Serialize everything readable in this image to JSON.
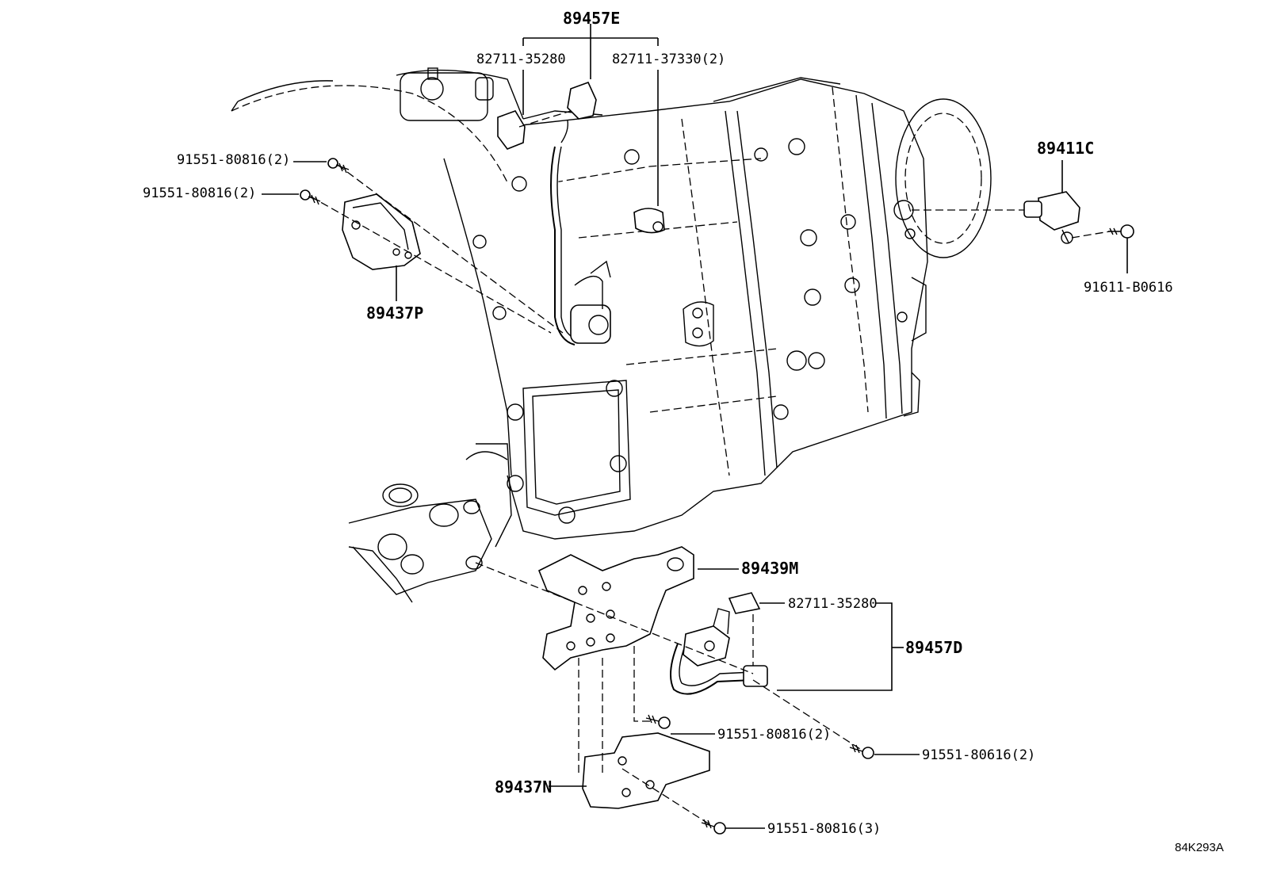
{
  "diagram": {
    "code": "84K293A",
    "callouts": {
      "harness_e": "89457E",
      "connector_top_a": "82711-35280",
      "clamp_top_b": "82711-37330(2)",
      "bolt_upper_1": "91551-80816(2)",
      "bolt_upper_2": "91551-80816(2)",
      "bracket_p": "89437P",
      "speed_sensor": "89411C",
      "sensor_bolt": "91611-B0616",
      "bracket_m": "89439M",
      "connector_lower": "82711-35280",
      "harness_d": "89457D",
      "bolt_lower_1": "91551-80816(2)",
      "bolt_lower_2": "91551-80616(2)",
      "bracket_n": "89437N",
      "bolt_lower_3": "91551-80816(3)"
    }
  }
}
